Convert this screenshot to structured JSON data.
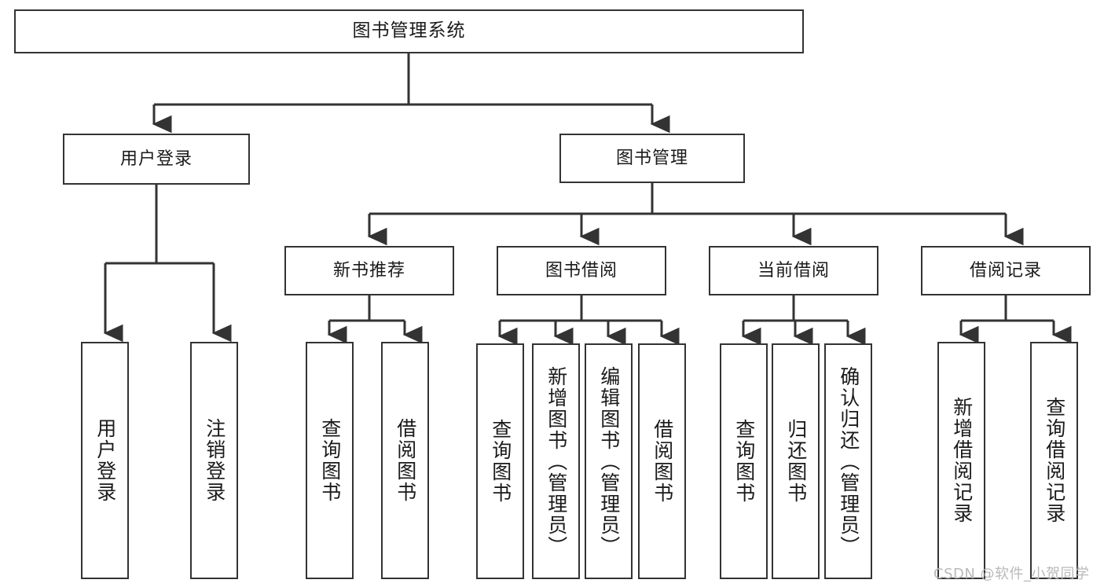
{
  "diagram": {
    "title": "图书管理系统",
    "type": "hierarchy-tree",
    "root": {
      "label": "图书管理系统"
    },
    "level2": [
      {
        "id": "user-login",
        "label": "用户登录"
      },
      {
        "id": "book-manage",
        "label": "图书管理"
      }
    ],
    "level3": [
      {
        "id": "new-book-recommend",
        "label": "新书推荐",
        "parent": "book-manage"
      },
      {
        "id": "book-borrow",
        "label": "图书借阅",
        "parent": "book-manage"
      },
      {
        "id": "current-borrow",
        "label": "当前借阅",
        "parent": "book-manage"
      },
      {
        "id": "borrow-record",
        "label": "借阅记录",
        "parent": "book-manage"
      }
    ],
    "leaves": {
      "user_login": [
        {
          "id": "leaf-user-login",
          "label": "用户登录"
        },
        {
          "id": "leaf-logout",
          "label": "注销登录"
        }
      ],
      "new_book_recommend": [
        {
          "id": "leaf-query-book-1",
          "label": "查询图书"
        },
        {
          "id": "leaf-borrow-book-1",
          "label": "借阅图书"
        }
      ],
      "book_borrow": [
        {
          "id": "leaf-query-book-2",
          "label": "查询图书"
        },
        {
          "id": "leaf-add-book",
          "label": "新增图书（管理员）"
        },
        {
          "id": "leaf-edit-book",
          "label": "编辑图书（管理员）"
        },
        {
          "id": "leaf-borrow-book-2",
          "label": "借阅图书"
        }
      ],
      "current_borrow": [
        {
          "id": "leaf-query-book-3",
          "label": "查询图书"
        },
        {
          "id": "leaf-return-book",
          "label": "归还图书"
        },
        {
          "id": "leaf-confirm-return",
          "label": "确认归还（管理员）"
        }
      ],
      "borrow_record": [
        {
          "id": "leaf-add-record",
          "label": "新增借阅记录"
        },
        {
          "id": "leaf-query-record",
          "label": "查询借阅记录"
        }
      ]
    },
    "watermark": "CSDN @软件_小贺同学",
    "colors": {
      "stroke": "#333333",
      "text": "#1a1a1a",
      "background": "#ffffff",
      "watermark": "#b9b9b9"
    }
  }
}
